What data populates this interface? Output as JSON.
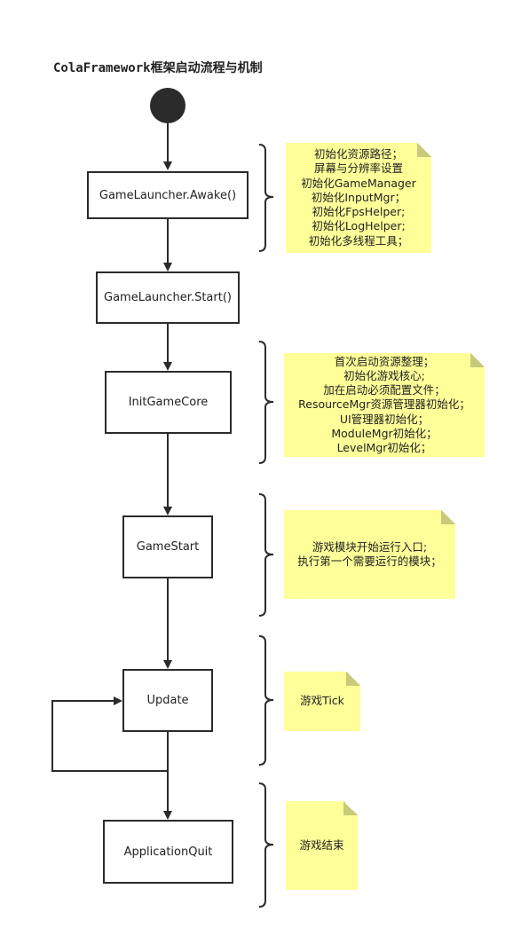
{
  "title": "ColaFramework框架启动流程与机制",
  "colors": {
    "note_fill": "#ffff99",
    "stroke": "#2b2b2b",
    "start_node": "#2b2b2b"
  },
  "nodes": {
    "awake": "GameLauncher.Awake()",
    "start": "GameLauncher.Start()",
    "init_core": "InitGameCore",
    "game_start": "GameStart",
    "update": "Update",
    "quit": "ApplicationQuit"
  },
  "notes": {
    "awake": [
      "初始化资源路径；",
      "屏幕与分辨率设置",
      "初始化GameManager",
      "初始化InputMgr；",
      "初始化FpsHelper;",
      "初始化LogHelper;",
      "初始化多线程工具；"
    ],
    "init_core": [
      "首次启动资源整理；",
      "初始化游戏核心;",
      "加在启动必须配置文件；",
      "ResourceMgr资源管理器初始化；",
      "UI管理器初始化；",
      "ModuleMgr初始化；",
      "LevelMgr初始化；"
    ],
    "game_start": [
      "游戏模块开始运行入口;",
      "执行第一个需要运行的模块；"
    ],
    "update": [
      "游戏Tick"
    ],
    "quit": [
      "游戏结束"
    ]
  }
}
